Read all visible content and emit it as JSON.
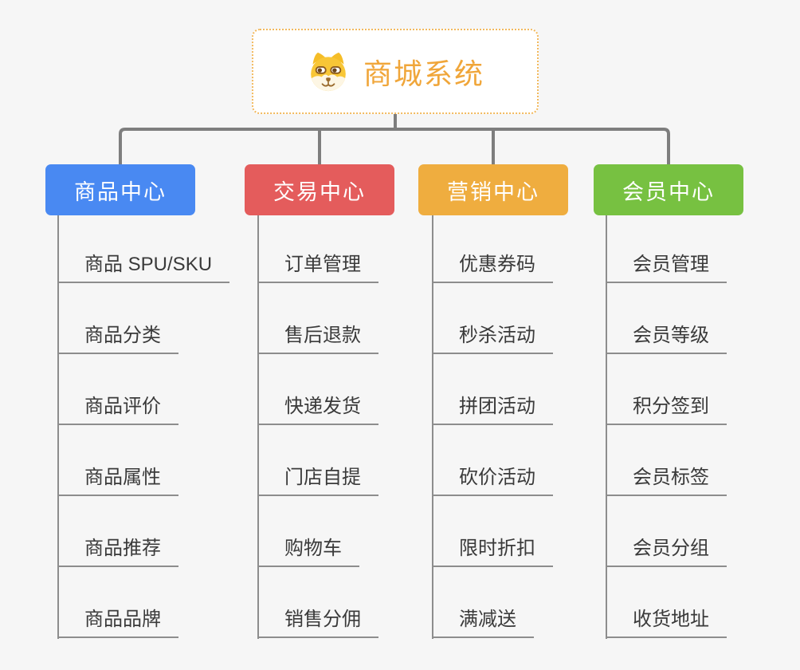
{
  "root": {
    "title": "商城系统",
    "icon": "doge-icon",
    "title_color": "#f0a63a",
    "border_color": "#f2b95e",
    "background": "#ffffff"
  },
  "branches": [
    {
      "label": "商品中心",
      "color": "#4989f2",
      "items": [
        "商品 SPU/SKU",
        "商品分类",
        "商品评价",
        "商品属性",
        "商品推荐",
        "商品品牌"
      ]
    },
    {
      "label": "交易中心",
      "color": "#e45c5c",
      "items": [
        "订单管理",
        "售后退款",
        "快递发货",
        "门店自提",
        "购物车",
        "销售分佣"
      ]
    },
    {
      "label": "营销中心",
      "color": "#efad3f",
      "items": [
        "优惠券码",
        "秒杀活动",
        "拼团活动",
        "砍价活动",
        "限时折扣",
        "满减送"
      ]
    },
    {
      "label": "会员中心",
      "color": "#77c141",
      "items": [
        "会员管理",
        "会员等级",
        "积分签到",
        "会员标签",
        "会员分组",
        "收货地址"
      ]
    }
  ],
  "colors": {
    "page_background": "#f6f6f6",
    "connector_line": "#7e7e7e",
    "underline": "#8d8d8d",
    "child_text": "#3a3a3a"
  }
}
